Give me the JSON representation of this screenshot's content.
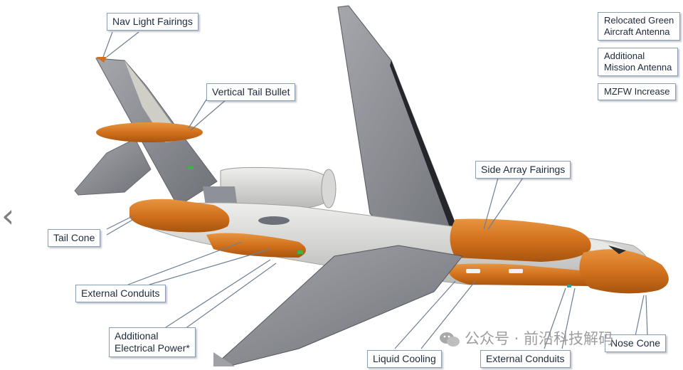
{
  "labels": {
    "nav_light_fairings": "Nav Light Fairings",
    "vertical_tail_bullet": "Vertical Tail Bullet",
    "side_array_fairings": "Side Array Fairings",
    "tail_cone": "Tail Cone",
    "external_conduits_left": "External Conduits",
    "additional_power_line1": "Additional",
    "additional_power_line2": "Electrical Power*",
    "liquid_cooling": "Liquid Cooling",
    "external_conduits_bottom": "External Conduits",
    "nose_cone": "Nose Cone"
  },
  "legend": {
    "green_antenna_line1": "Relocated Green",
    "green_antenna_line2": "Aircraft Antenna",
    "mission_antenna_line1": "Additional",
    "mission_antenna_line2": "Mission Antenna",
    "mzfw": "MZFW Increase"
  },
  "nav": {
    "prev_glyph": "‹"
  },
  "watermark": {
    "text": "公众号 · 前沿科技解码"
  },
  "colors": {
    "modification_orange": "#d2711c",
    "aircraft_gray": "#8e9097",
    "callout_border": "#8a9fb3"
  },
  "icons": {
    "prev": "chevron-left-icon",
    "watermark_logo": "wechat-logo-icon"
  }
}
